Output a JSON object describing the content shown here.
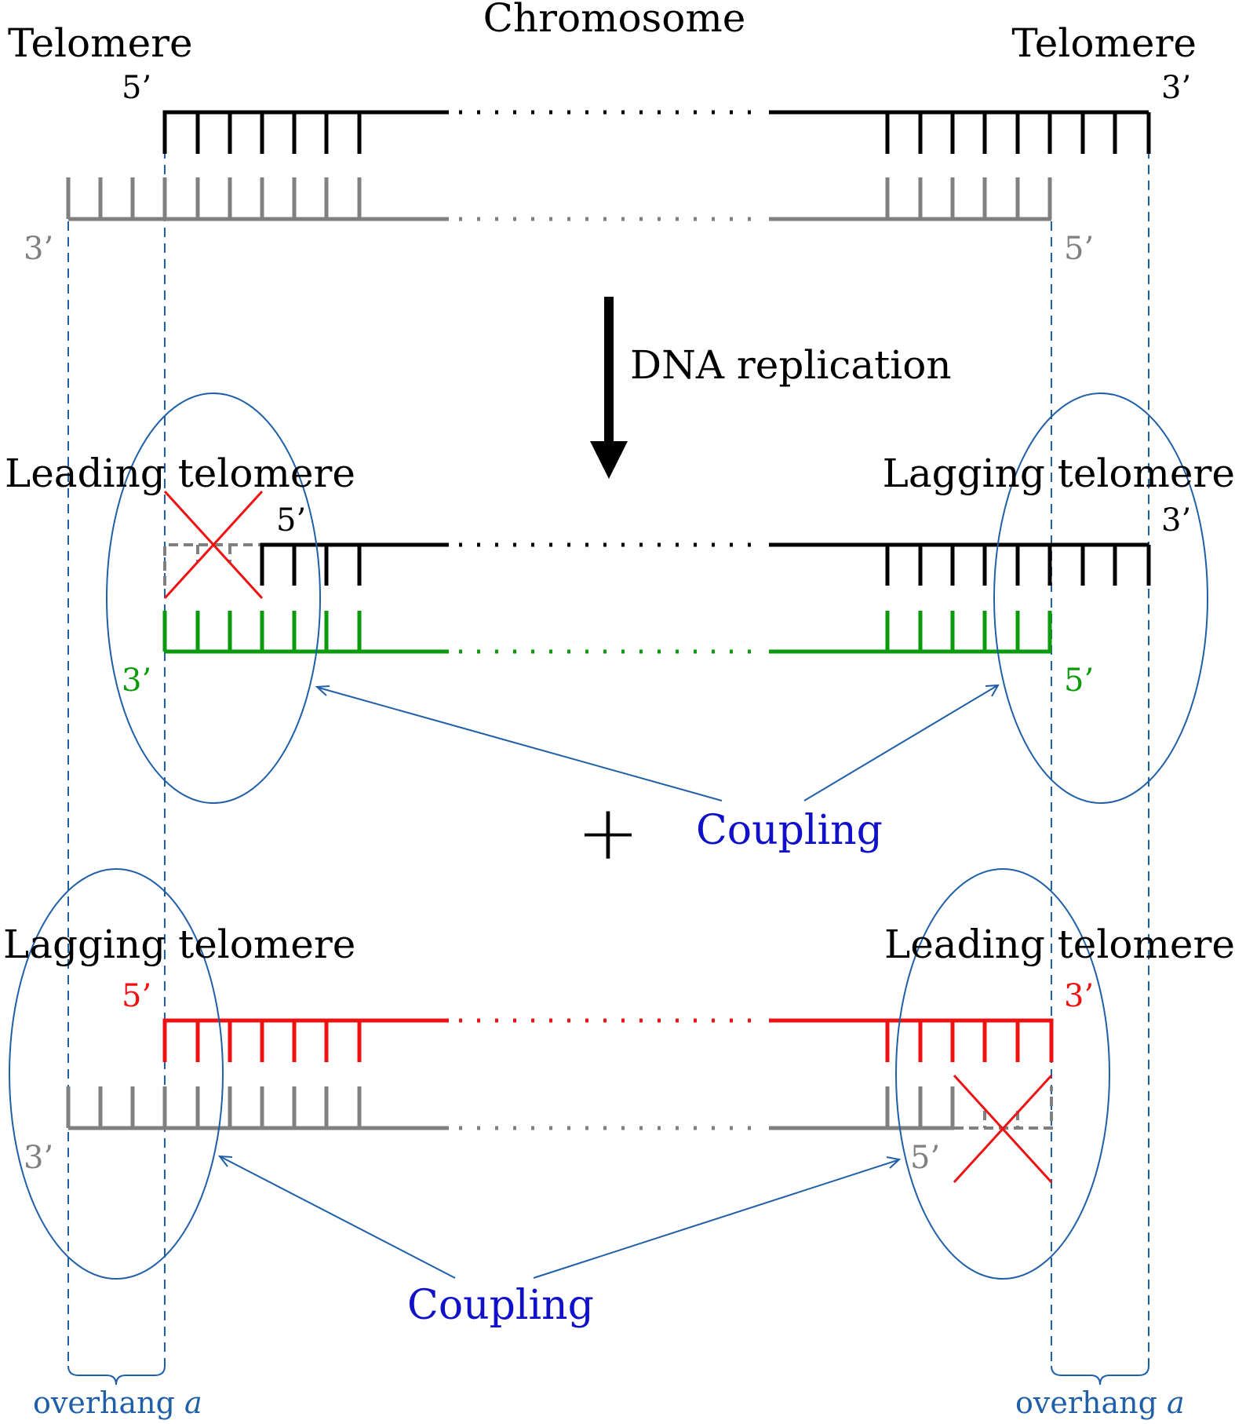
{
  "labels": {
    "chromosome": "Chromosome",
    "telomere_left": "Telomere",
    "telomere_right": "Telomere",
    "dna_replication": "DNA replication",
    "leading_telomere_top": "Leading telomere",
    "lagging_telomere_top": "Lagging telomere",
    "lagging_telomere_bottom": "Lagging telomere",
    "leading_telomere_bottom": "Leading telomere",
    "coupling_top": "Coupling",
    "coupling_bottom": "Coupling",
    "overhang_left": "overhang",
    "overhang_right": "overhang",
    "overhang_symbol": "a",
    "plus": "+"
  },
  "primes": {
    "p1_top_left_5": "5’",
    "p1_top_right_3": "3’",
    "p1_bot_left_3": "3’",
    "p1_bot_right_5": "5’",
    "p2_top_left_5": "5’",
    "p2_top_right_3": "3’",
    "p2_bot_left_3": "3’",
    "p2_bot_right_5": "5’",
    "p3_top_left_5": "5’",
    "p3_top_right_3": "3’",
    "p3_bot_left_3": "3’",
    "p3_bot_right_5": "5’"
  },
  "colors": {
    "black_strand": "#000000",
    "gray_strand": "#808080",
    "green_strand": "#0a9a0a",
    "red_strand": "#ee1111",
    "ellipse": "#1f5fa8",
    "coupling_text": "#1010c8",
    "overhang_text": "#1f5fa8"
  }
}
